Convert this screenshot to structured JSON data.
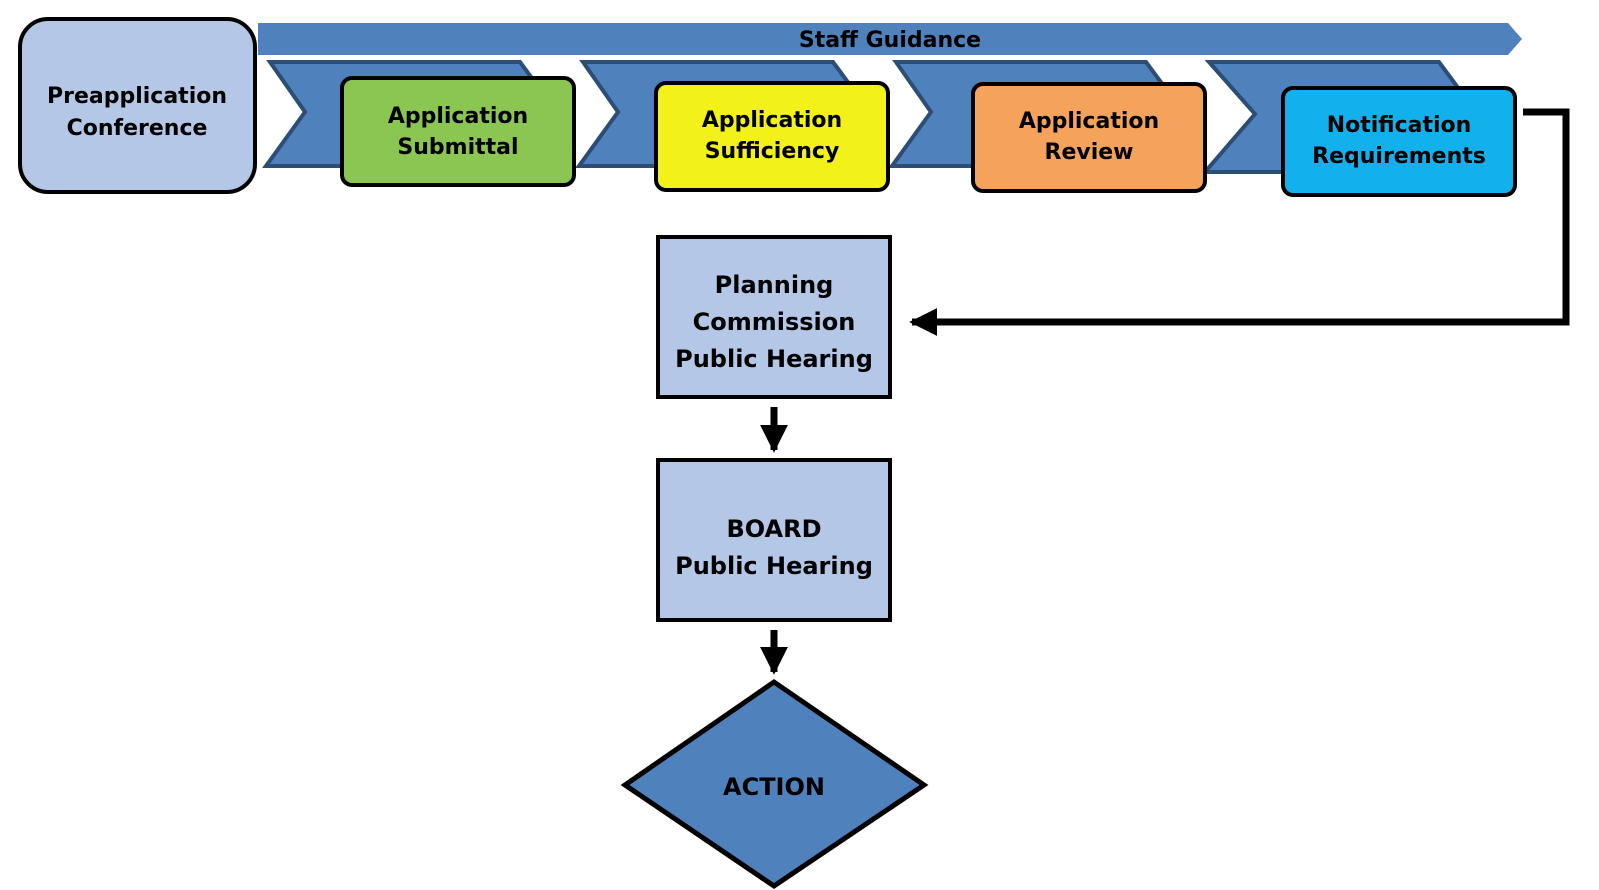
{
  "diagram": {
    "banner": {
      "label": "Staff Guidance"
    },
    "start": {
      "label_lines": [
        "Preapplication",
        "Conference"
      ]
    },
    "steps": [
      {
        "label_lines": [
          "Application",
          "Submittal"
        ],
        "color": "#8cc652"
      },
      {
        "label_lines": [
          "Application",
          "Sufficiency"
        ],
        "color": "#f2f21a"
      },
      {
        "label_lines": [
          "Application",
          "Review"
        ],
        "color": "#ec9c58"
      },
      {
        "label_lines": [
          "Notification",
          "Requirements"
        ],
        "color": "#12b0ec"
      }
    ],
    "hearings": [
      {
        "label_lines": [
          "Planning",
          "Commission",
          "Public Hearing"
        ]
      },
      {
        "label_lines": [
          "BOARD",
          "Public Hearing"
        ]
      }
    ],
    "decision": {
      "label": "ACTION"
    },
    "colors": {
      "chevron": "#4f81bd",
      "chevron_edge": "#2c4d75",
      "light_box": "#b4c7e7",
      "outline": "#000000"
    }
  }
}
